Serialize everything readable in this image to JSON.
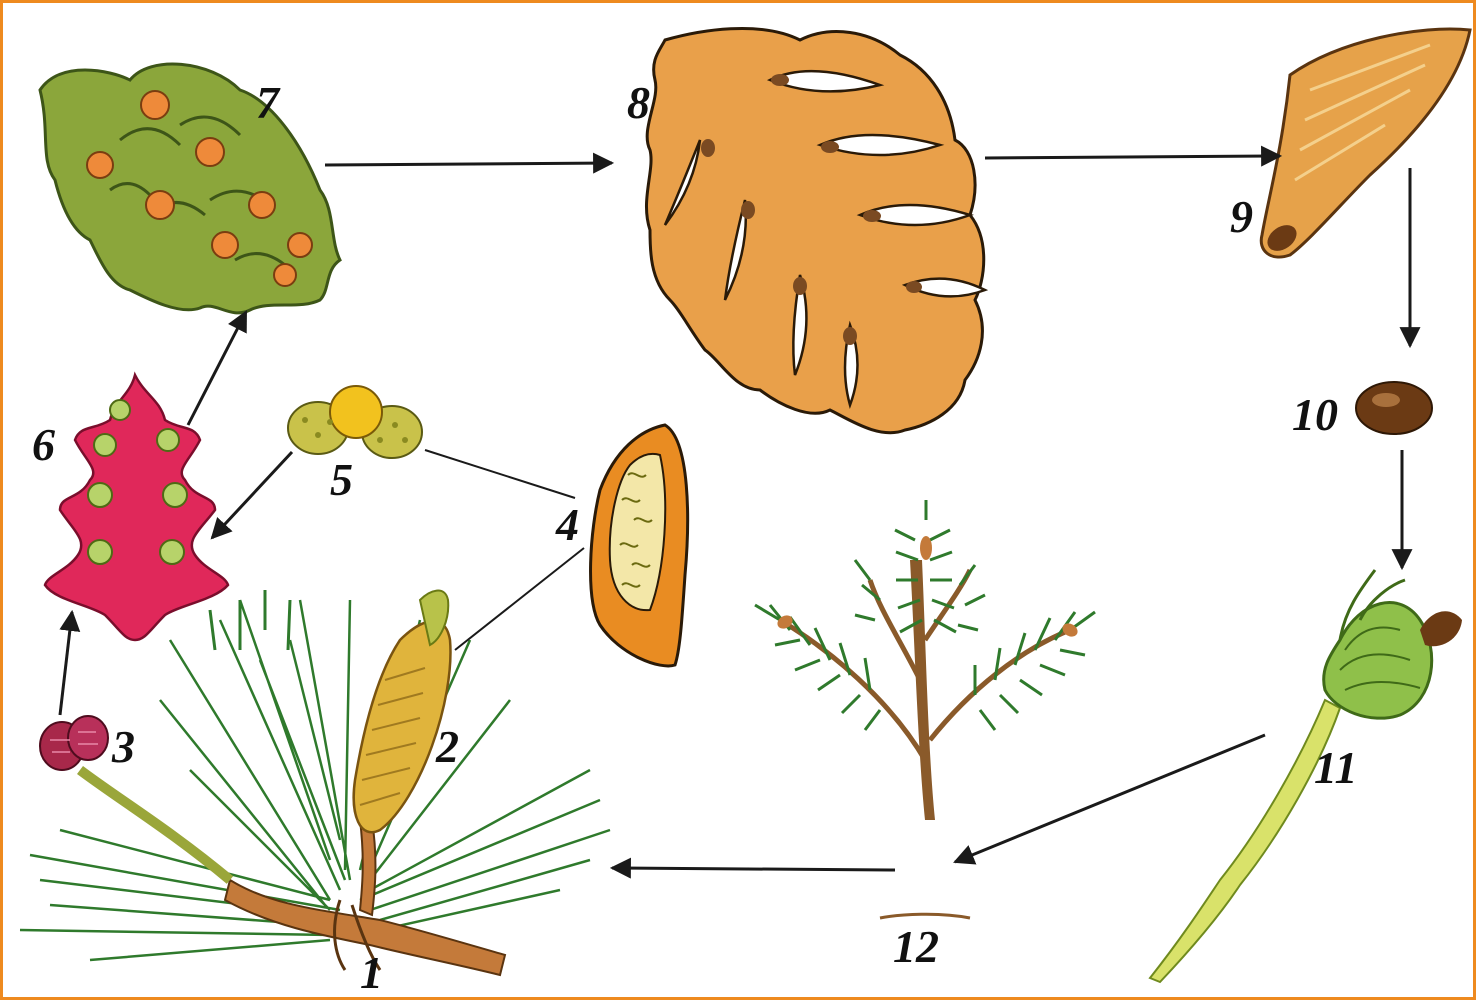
{
  "diagram": {
    "labels": [
      "1",
      "2",
      "3",
      "4",
      "5",
      "6",
      "7",
      "8",
      "9",
      "10",
      "11",
      "12"
    ]
  },
  "colors": {
    "frame": "#ee8a1f",
    "needle_green": "#2f7a2c",
    "male_cone_yellow": "#e0b43c",
    "female_cone_red": "#e0285a",
    "ovule_green": "#b7d36a",
    "cone_scale_green": "#8ba63b",
    "ripe_cone_orange": "#e9a04a",
    "seed_brown": "#7a4a22",
    "arrow": "#1a1a1a"
  }
}
